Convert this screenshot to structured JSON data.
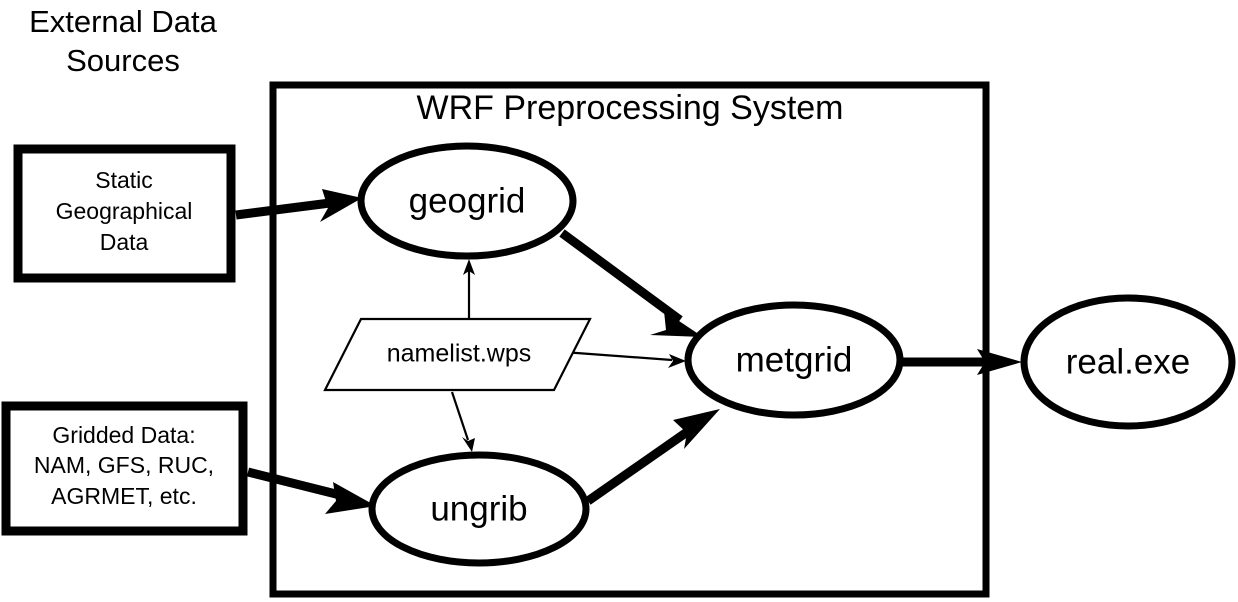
{
  "diagram": {
    "title": "WRF Preprocessing System",
    "external_heading_line1": "External Data",
    "external_heading_line2": "Sources",
    "static_box": {
      "line1": "Static",
      "line2": "Geographical",
      "line3": "Data"
    },
    "gridded_box": {
      "line1": "Gridded Data:",
      "line2": "NAM, GFS, RUC,",
      "line3": "AGRMET, etc."
    },
    "nodes": {
      "geogrid": "geogrid",
      "ungrib": "ungrib",
      "metgrid": "metgrid",
      "real": "real.exe",
      "namelist": "namelist.wps"
    },
    "colors": {
      "stroke": "#000000",
      "fill": "#ffffff",
      "background": "#ffffff"
    }
  }
}
